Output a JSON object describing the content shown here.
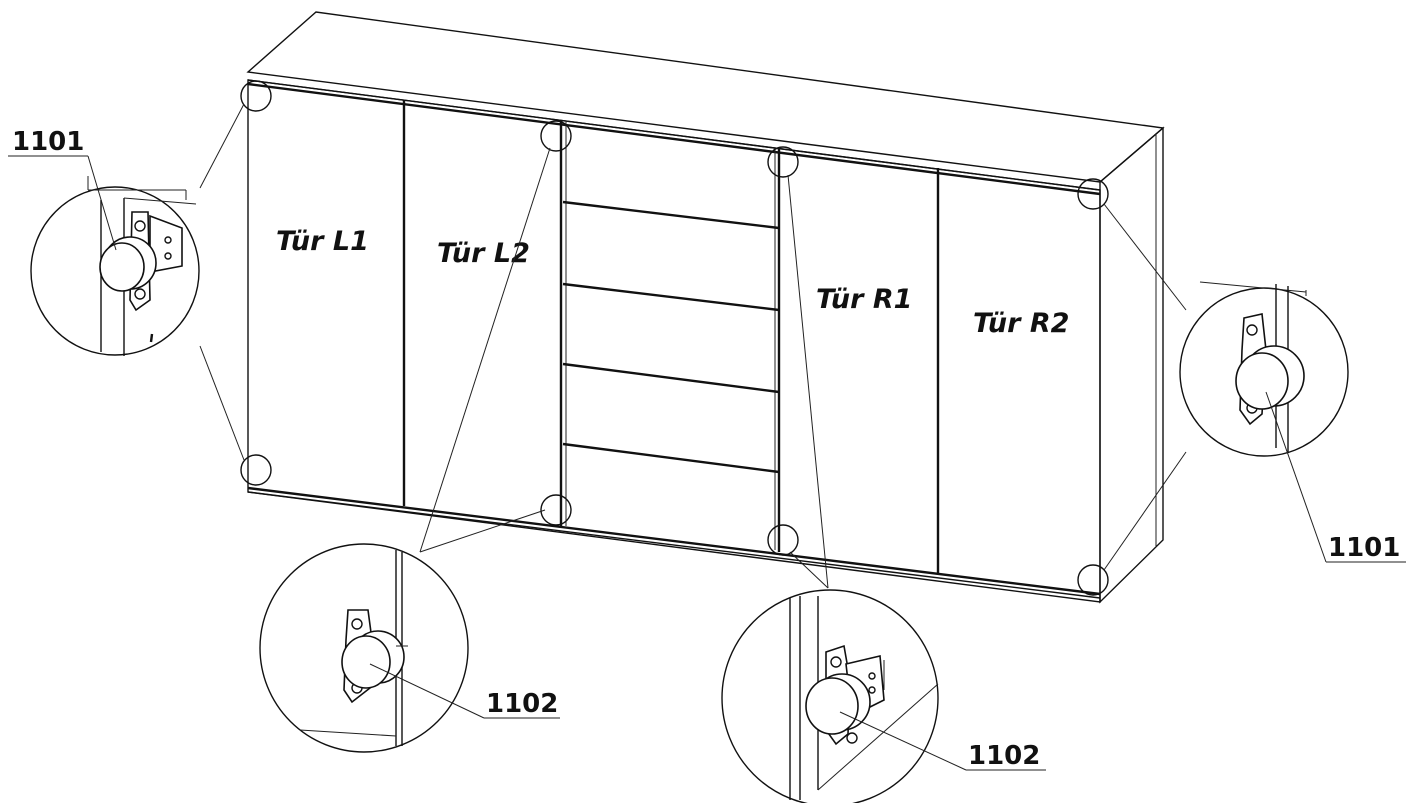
{
  "doors": {
    "l1": "Tür L1",
    "l2": "Tür L2",
    "r1": "Tür R1",
    "r2": "Tür R2"
  },
  "callouts": {
    "top_left": "1101",
    "right": "1101",
    "bottom_left": "1102",
    "bottom_right": "1102"
  }
}
